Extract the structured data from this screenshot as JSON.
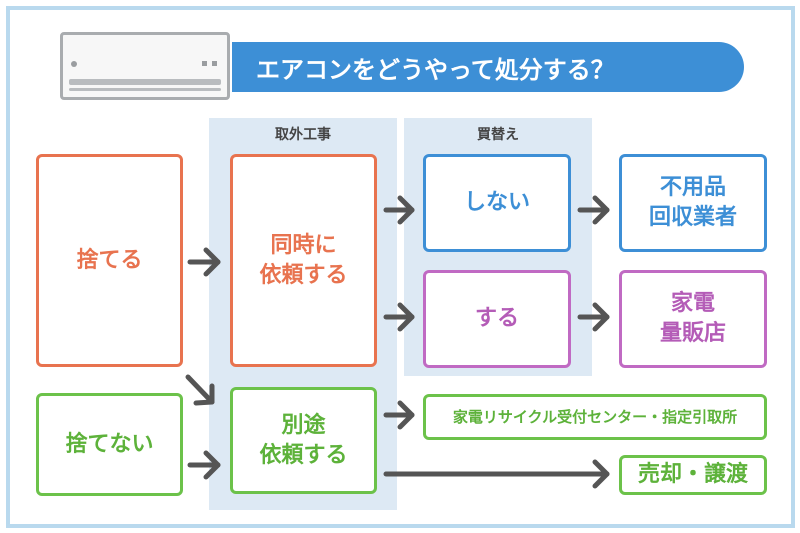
{
  "title": "エアコンをどうやって処分する？",
  "columns": {
    "installation": "取外工事",
    "replacement": "買替え"
  },
  "boxes": {
    "dispose": "捨てる",
    "not_dispose": "捨てない",
    "request_together": "同時に\n依頼する",
    "request_separately": "別途\n依頼する",
    "no_replace": "しない",
    "replace": "する",
    "junk_collector": "不用品\n回収業者",
    "electronics_store": "家電\n量販店",
    "recycle_center": "家電リサイクル受付センター・指定引取所",
    "sell_transfer": "売却・譲渡"
  },
  "colors": {
    "orange": "#e8734f",
    "green": "#6cc24a",
    "blue": "#3d8fd6",
    "purple": "#c06ac3",
    "arrow": "#555555",
    "column_bg": "#dde9f4",
    "frame": "#b9d9ee"
  }
}
